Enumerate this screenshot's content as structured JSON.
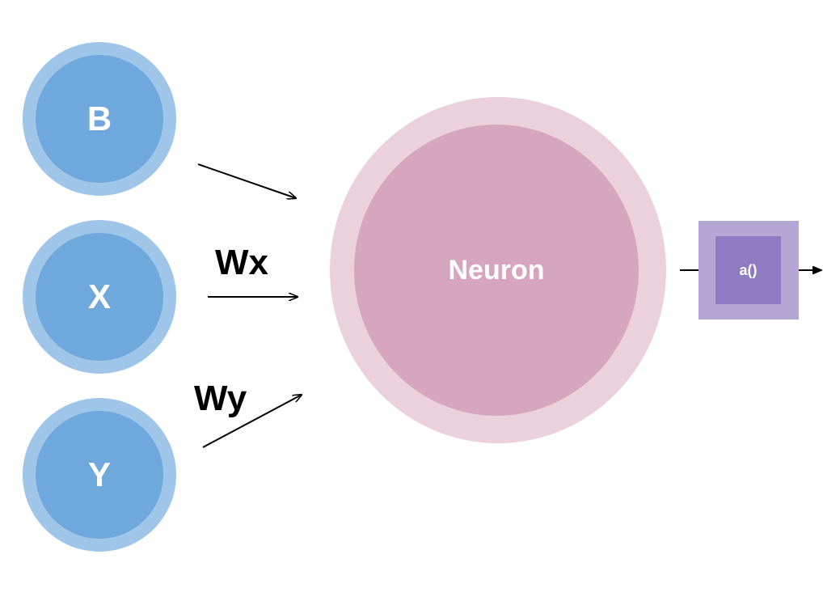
{
  "diagram": {
    "inputs": [
      {
        "id": "B",
        "label": "B"
      },
      {
        "id": "X",
        "label": "X"
      },
      {
        "id": "Y",
        "label": "Y"
      }
    ],
    "weights": {
      "x": "Wx",
      "y": "Wy"
    },
    "neuron": {
      "label": "Neuron"
    },
    "activation": {
      "label": "a()"
    },
    "colors": {
      "input_outer": "#9fc5e8",
      "input_inner": "#6fa8dc",
      "neuron_outer": "#ead1dc",
      "neuron_inner": "#d5a6bd",
      "activation_outer": "#b4a7d6",
      "activation_inner": "#8e7cc3",
      "arrow": "#000000"
    }
  }
}
